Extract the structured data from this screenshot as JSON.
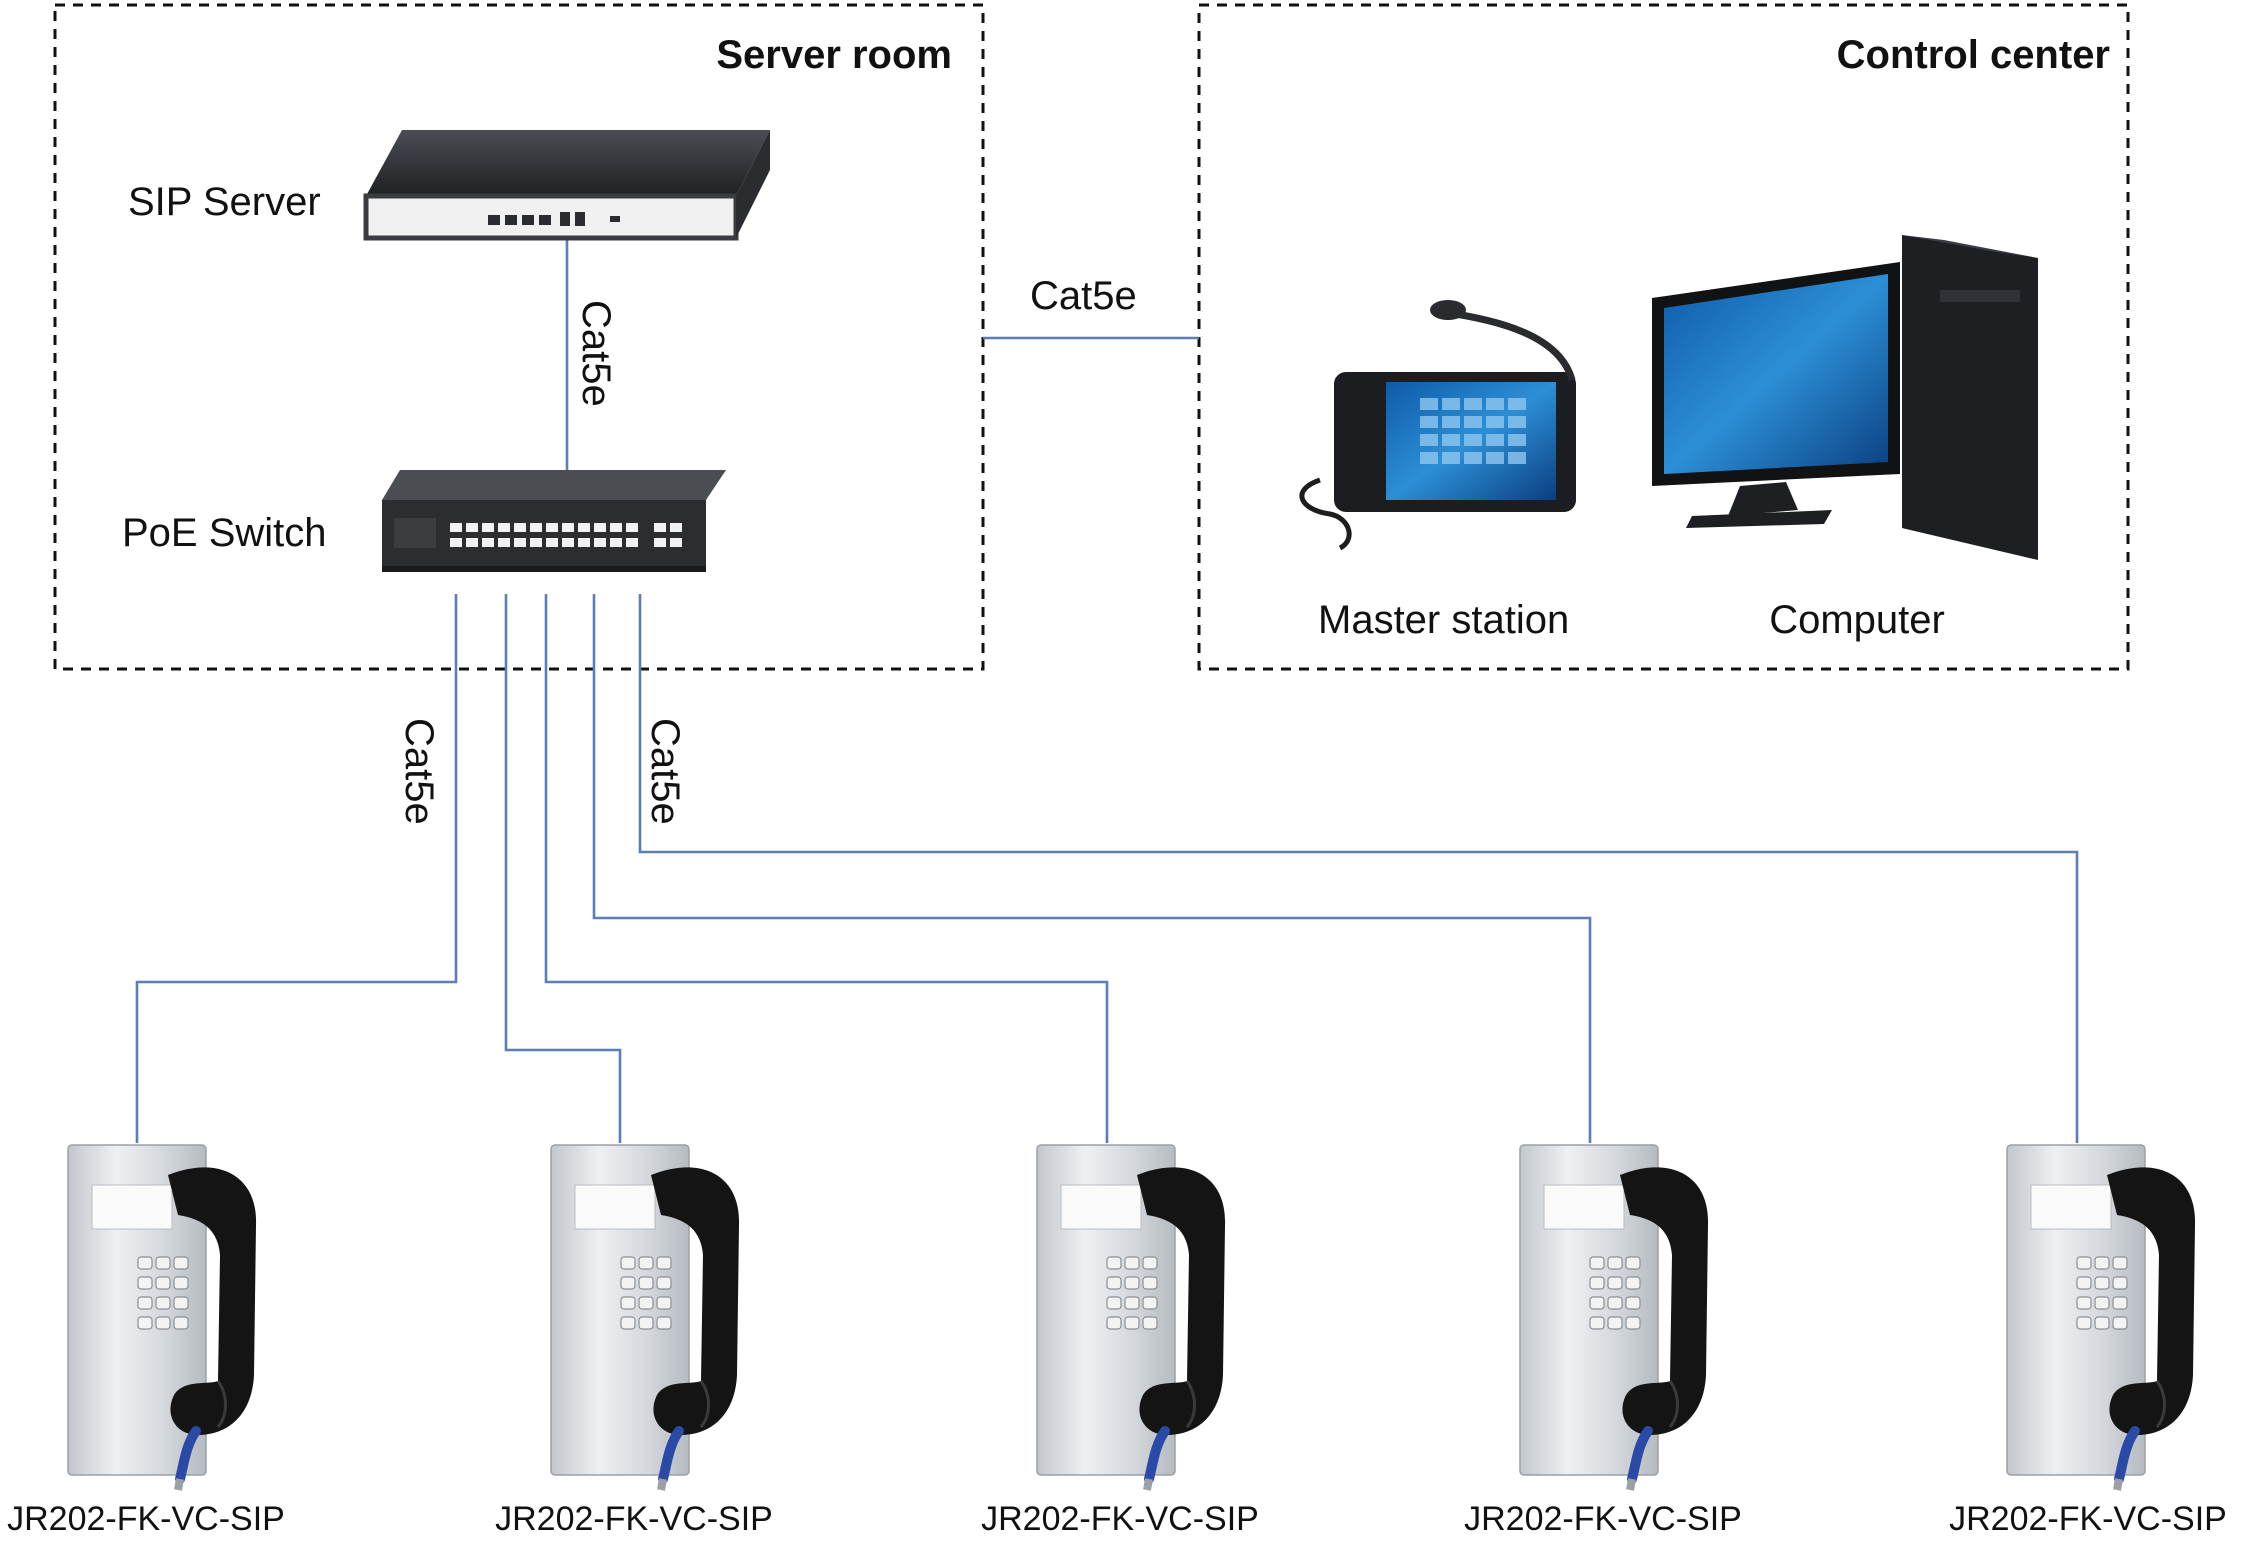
{
  "zones": {
    "server_room": "Server room",
    "control_center": "Control center"
  },
  "devices": {
    "sip_server": "SIP Server",
    "poe_switch": "PoE Switch",
    "master_station": "Master station",
    "computer": "Computer"
  },
  "cables": {
    "server_to_switch": "Cat5e",
    "room_to_center": "Cat5e",
    "switch_left": "Cat5e",
    "switch_right": "Cat5e"
  },
  "telephones": [
    {
      "model": "JR202-FK-VC-SIP"
    },
    {
      "model": "JR202-FK-VC-SIP"
    },
    {
      "model": "JR202-FK-VC-SIP"
    },
    {
      "model": "JR202-FK-VC-SIP"
    },
    {
      "model": "JR202-FK-VC-SIP"
    }
  ],
  "colors": {
    "wire": "#5b7fb5",
    "zone_border": "#111111",
    "device_dark": "#2b2d30",
    "phone_steel": "#d9dce0",
    "handset": "#141414",
    "cord": "#2b4aa8"
  },
  "icons": {
    "sip_server": "rack-server-icon",
    "poe_switch": "network-switch-icon",
    "master_station": "paging-console-icon",
    "computer": "desktop-pc-icon",
    "telephone": "vandal-resistant-phone-icon"
  }
}
